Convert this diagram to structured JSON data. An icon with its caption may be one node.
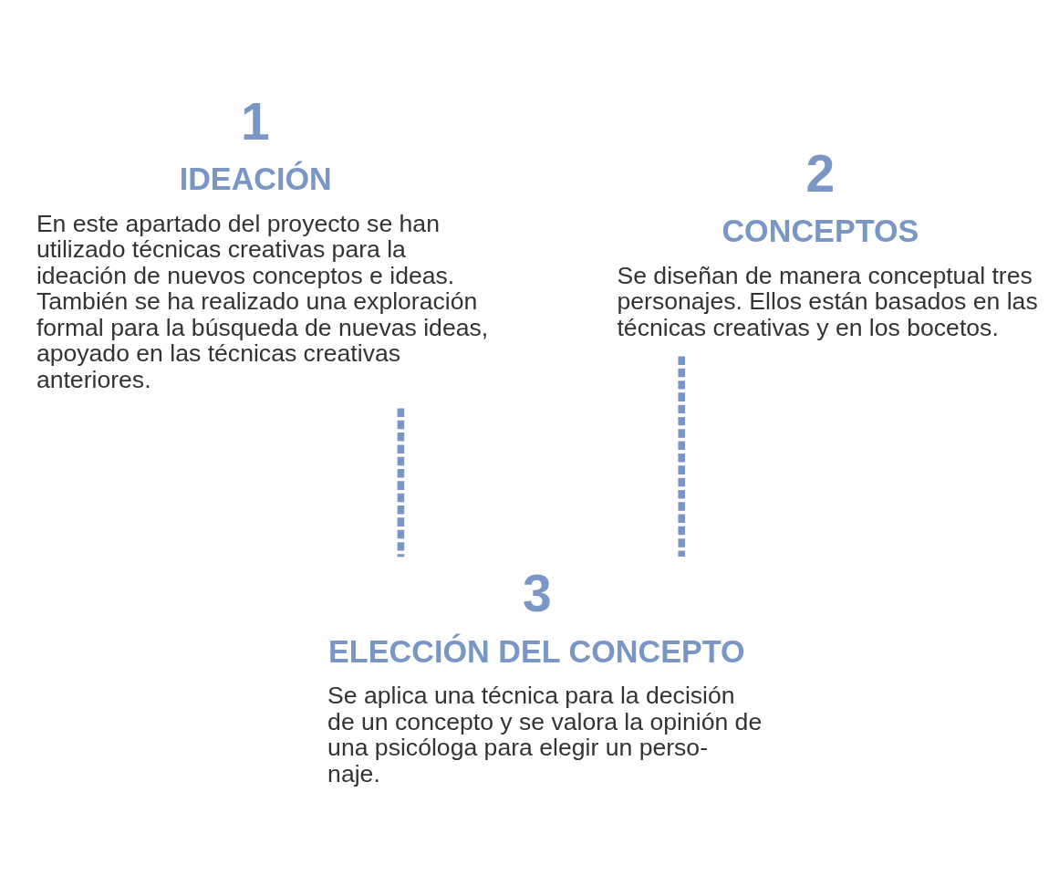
{
  "diagram": {
    "nodes": [
      {
        "text": [
          "1",
          "IDEACIÓN",
          "En este apartado del proyecto se han utilizado técnicas creativas para la ideación de nuevos conceptos e ideas. También se ha realizado una exploración formal para la búsqueda de nuevas ideas, apoyado en las técnicas creativas anteriores."
        ]
      },
      {
        "text": [
          "2",
          "CONCEPTOS",
          "Se diseñan de manera conceptual tres personajes. Ellos están basados en las técnicas creativas y en los bocetos."
        ]
      },
      {
        "text": [
          "3",
          "ELECCIÓN DEL CONCEPTO",
          "Se aplica una técnica para la decisión de un concepto y se valora la opinión de una psicóloga para elegir un perso- naje."
        ]
      }
    ],
    "edges": [
      {
        "from": 0,
        "to": 2,
        "arrow": "none",
        "style": "dashed"
      },
      {
        "from": 1,
        "to": 2,
        "arrow": "none",
        "style": "dashed"
      }
    ]
  }
}
